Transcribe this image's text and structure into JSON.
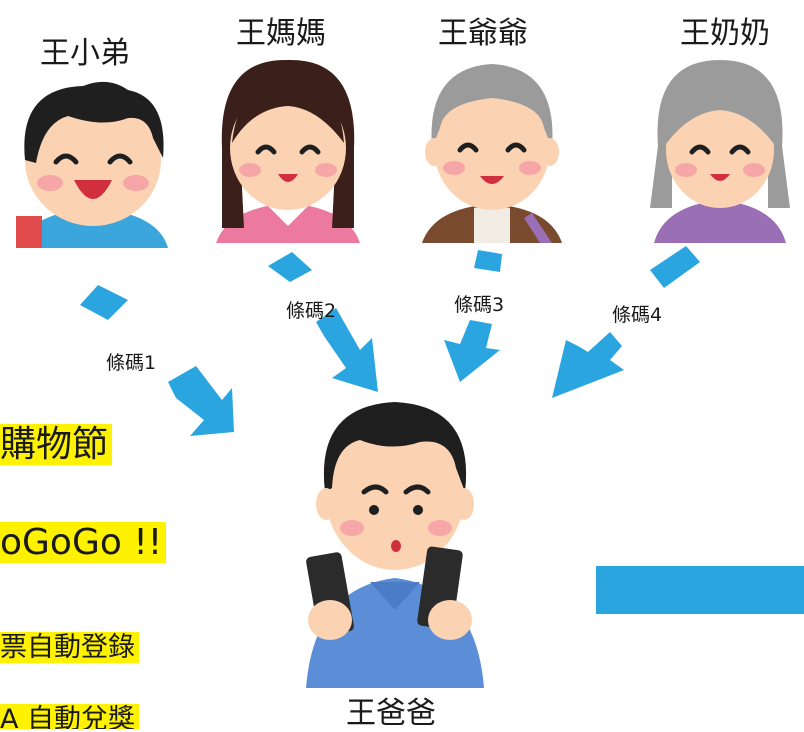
{
  "people": {
    "son": "王小弟",
    "mom": "王媽媽",
    "grandpa": "王爺爺",
    "grandma": "王奶奶",
    "dad": "王爸爸"
  },
  "barcodes": [
    "條碼1",
    "條碼2",
    "條碼3",
    "條碼4"
  ],
  "highlights": [
    "購物節",
    "oGoGo !!",
    "票自動登錄",
    "A 自動兌獎"
  ],
  "colors": {
    "arrow": "#2aa5e0",
    "highlight": "#fff200",
    "hair": "#1f1f1f",
    "skin": "#fbd3b3",
    "cheek": "#f6a6a6"
  }
}
